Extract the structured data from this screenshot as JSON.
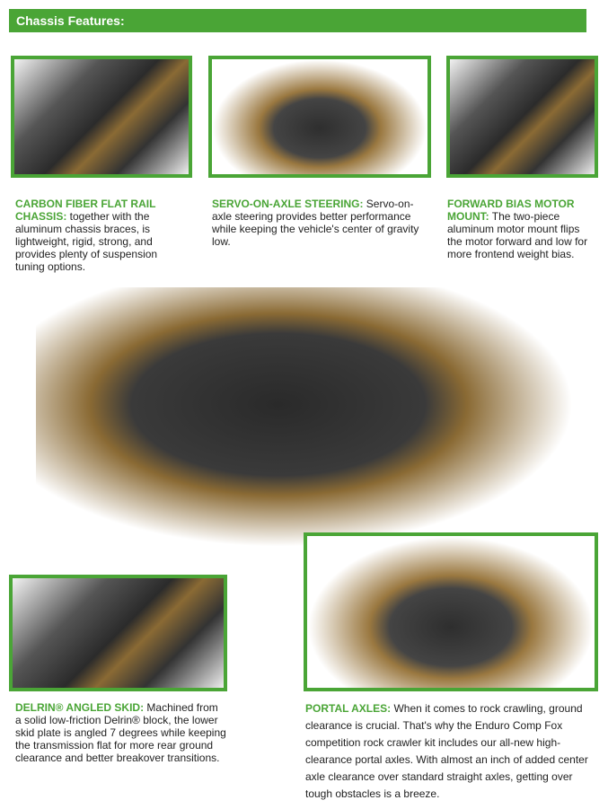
{
  "header": {
    "title": "Chassis Features:"
  },
  "features": [
    {
      "title": "CARBON FIBER FLAT RAIL CHASSIS:",
      "text": " together with the aluminum chassis braces, is lightweight, rigid, strong, and provides plenty of suspension tuning options."
    },
    {
      "title": "SERVO-ON-AXLE STEERING:",
      "text": " Servo-on-axle steering provides better performance while keeping the vehicle's center of gravity low."
    },
    {
      "title": "FORWARD BIAS MOTOR MOUNT:",
      "text": " The two-piece aluminum motor mount flips the motor forward and low for more frontend weight bias."
    },
    {
      "title": "DELRIN® ANGLED SKID:",
      "text": " Machined from a solid low-friction Delrin® block, the lower skid plate is angled 7 degrees while keeping the transmission flat for more rear ground clearance and better breakover transitions."
    },
    {
      "title": "PORTAL AXLES:",
      "text": " When it comes to rock crawling, ground clearance is crucial.  That's why the Enduro Comp Fox competition rock crawler kit includes our all-new high-clearance portal axles. With almost an inch of added center axle clearance over standard straight axles, getting over tough obstacles is a breeze."
    }
  ],
  "colors": {
    "accent": "#4aa536"
  }
}
